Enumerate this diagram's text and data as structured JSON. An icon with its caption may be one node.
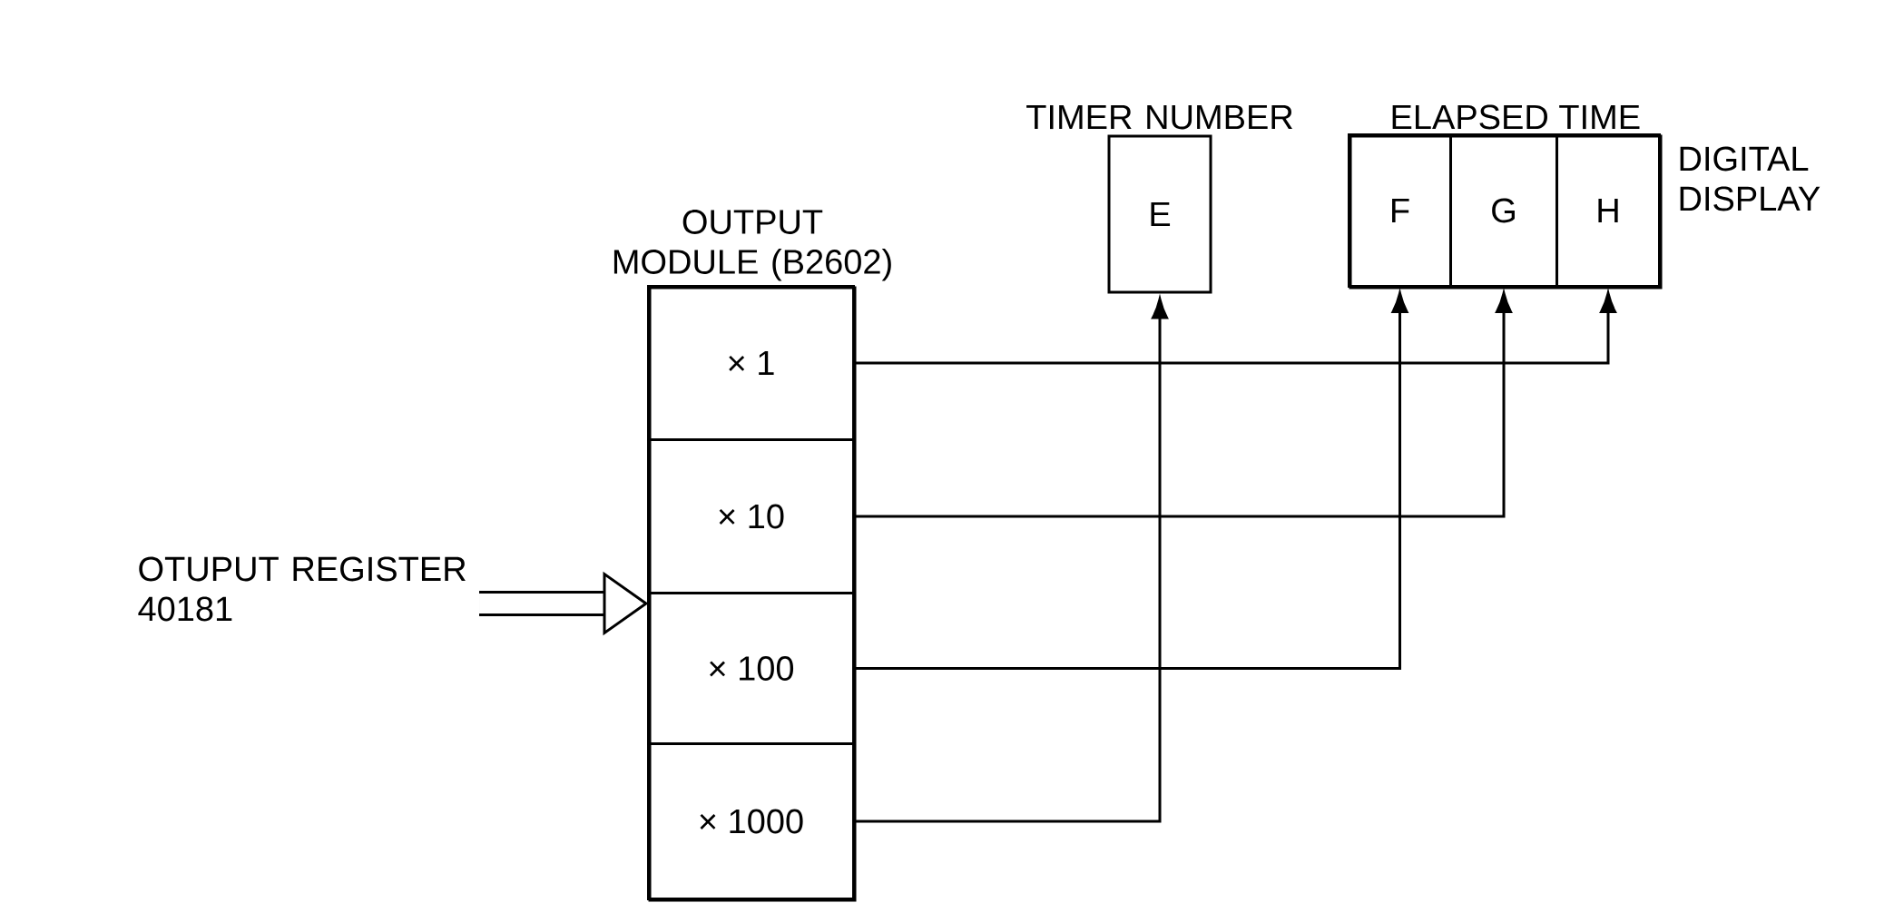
{
  "diagram": {
    "nodes": [
      {
        "text": [
          "OTUPUT REGISTER 40181"
        ]
      },
      {
        "text": [
          "OUTPUT MODULE (B2602)"
        ]
      },
      {
        "text": [
          "× 1"
        ],
        "in": 1
      },
      {
        "text": [
          "× 10"
        ],
        "in": 1
      },
      {
        "text": [
          "× 100"
        ],
        "in": 1
      },
      {
        "text": [
          "× 1000"
        ],
        "in": 1
      },
      {
        "text": [
          "TIMER NUMBER",
          "E"
        ]
      },
      {
        "text": [
          "ELAPSED TIME"
        ],
        "beside": [
          "DIGITAL DISPLAY"
        ]
      },
      {
        "text": [
          "F"
        ],
        "in": 7
      },
      {
        "text": [
          "G"
        ],
        "in": 7
      },
      {
        "text": [
          "H"
        ],
        "in": 7
      }
    ],
    "edges": [
      {
        "from": 0,
        "to": 1,
        "arrow": "to",
        "style": "thick"
      },
      {
        "from": 2,
        "to": 10,
        "arrow": "to"
      },
      {
        "from": 3,
        "to": 9,
        "arrow": "to"
      },
      {
        "from": 4,
        "to": 8,
        "arrow": "to"
      },
      {
        "from": 5,
        "to": 6,
        "arrow": "to"
      }
    ]
  }
}
